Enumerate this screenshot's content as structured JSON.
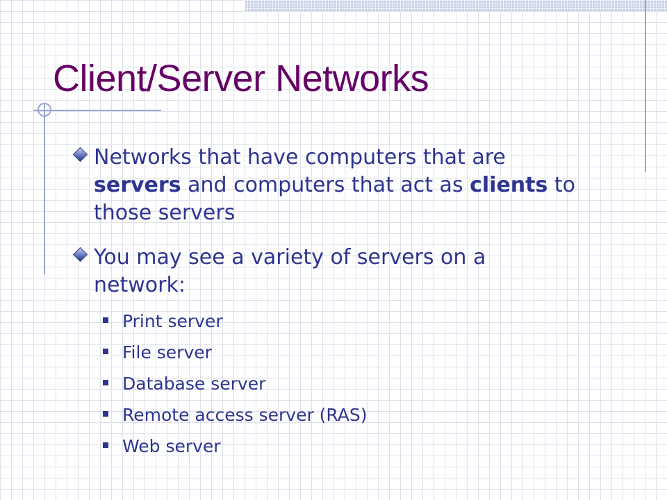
{
  "slide": {
    "title": "Client/Server Networks",
    "bullets": [
      {
        "segments": [
          {
            "text": "Networks that have computers that are ",
            "bold": false
          },
          {
            "text": "servers",
            "bold": true
          },
          {
            "text": " and computers that act as ",
            "bold": false
          },
          {
            "text": "clients",
            "bold": true
          },
          {
            "text": " to those servers",
            "bold": false
          }
        ]
      },
      {
        "segments": [
          {
            "text": "You may see a variety of servers on a network:",
            "bold": false
          }
        ]
      }
    ],
    "sub_bullets": [
      "Print server",
      "File server",
      "Database server",
      "Remote access server (RAS)",
      "Web server"
    ]
  },
  "colors": {
    "title": "#660066",
    "body_text": "#2d3491",
    "grid_lines": "#dde1ec",
    "accent_lines": "#9aa6cf"
  },
  "icons": {
    "bullet_level1": "diamond-bullet-icon",
    "bullet_level2": "square-bullet-icon"
  }
}
